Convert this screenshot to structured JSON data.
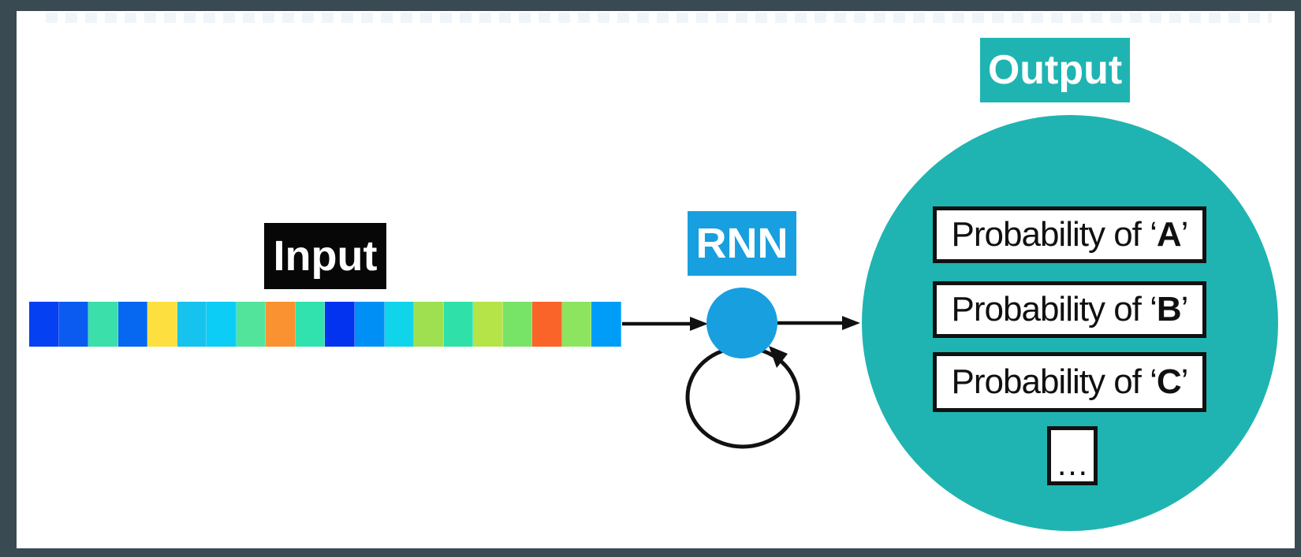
{
  "colors": {
    "frame": "#3a4a53",
    "canvas": "#ffffff",
    "input_label_bg": "#070707",
    "rnn_blue": "#189fdf",
    "output_teal": "#1fb4b1",
    "arrow": "#111111",
    "box_border": "#111111",
    "prob_box_bg": "#ffffff"
  },
  "input": {
    "label": "Input",
    "segments": [
      "#0540f2",
      "#0b5bf0",
      "#3adfa9",
      "#0667f0",
      "#fde03f",
      "#15c3ee",
      "#0bcdf5",
      "#52e49b",
      "#fb9232",
      "#31e2ae",
      "#0433f0",
      "#0090f5",
      "#10d5ea",
      "#9fe050",
      "#2fe0a8",
      "#b5e448",
      "#77e468",
      "#fb6428",
      "#8de55f",
      "#009df8"
    ]
  },
  "rnn": {
    "label": "RNN"
  },
  "output": {
    "label": "Output",
    "items": [
      {
        "prefix": "Probability of ‘",
        "letter": "A",
        "suffix": "’"
      },
      {
        "prefix": "Probability of ‘",
        "letter": "B",
        "suffix": "’"
      },
      {
        "prefix": "Probability of ‘",
        "letter": "C",
        "suffix": "’"
      }
    ],
    "ellipsis": "…"
  }
}
